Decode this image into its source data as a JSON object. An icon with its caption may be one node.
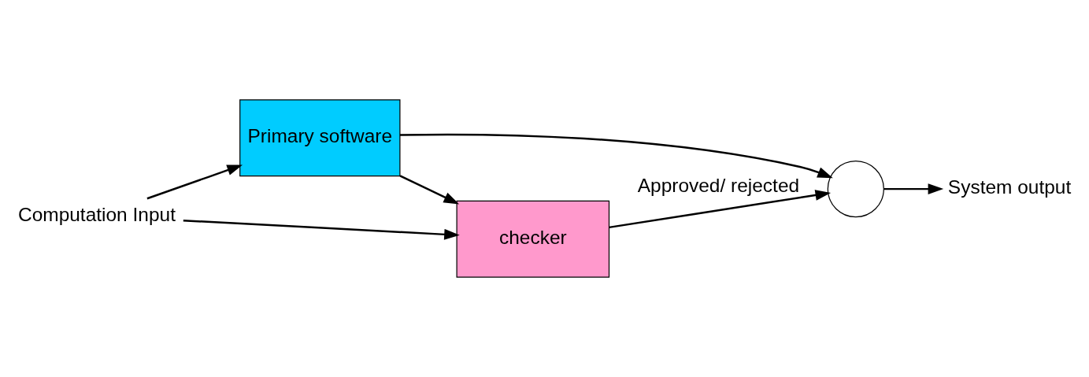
{
  "diagram": {
    "nodes": [
      {
        "text": [
          "Computation Input"
        ]
      },
      {
        "text": [
          "Primary software"
        ]
      },
      {
        "text": [],
        "shape": "circle"
      },
      {
        "text": [
          "checker"
        ]
      },
      {
        "text": [
          "System output"
        ]
      }
    ],
    "edges": [
      {
        "from": 0,
        "to": 1,
        "arrow": "to"
      },
      {
        "from": 0,
        "to": 3,
        "arrow": "to"
      },
      {
        "from": 1,
        "to": 2,
        "arrow": "to"
      },
      {
        "from": 1,
        "to": 3,
        "arrow": "to"
      },
      {
        "from": 3,
        "to": 2,
        "arrow": "to",
        "label": "Approved/ rejected"
      },
      {
        "from": 2,
        "to": 4,
        "arrow": "to"
      }
    ]
  }
}
